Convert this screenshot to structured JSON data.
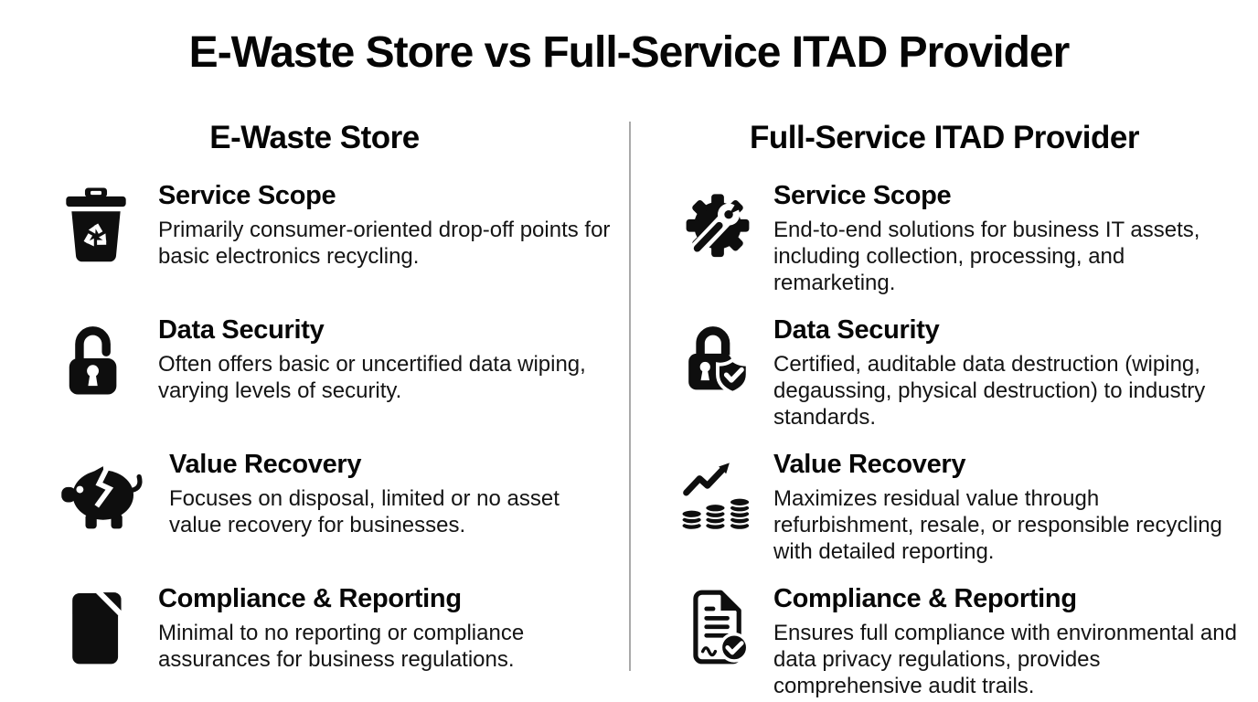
{
  "page": {
    "title": "E-Waste Store vs Full-Service ITAD Provider",
    "colors": {
      "background": "#ffffff",
      "ink": "#0e0e0e",
      "divider": "#a9a9a9"
    }
  },
  "columns": [
    {
      "header": "E-Waste Store",
      "items": [
        {
          "icon": "recycle-bin-icon",
          "title": "Service Scope",
          "description": "Primarily consumer-oriented drop-off points for basic electronics recycling."
        },
        {
          "icon": "open-padlock-icon",
          "title": "Data Security",
          "description": "Often offers basic or uncertified data wiping, varying levels of security."
        },
        {
          "icon": "broken-piggy-bank-icon",
          "title": "Value Recovery",
          "description": "Focuses on disposal, limited or no asset value recovery for businesses."
        },
        {
          "icon": "blank-document-icon",
          "title": "Compliance & Reporting",
          "description": "Minimal to no reporting or compliance assurances for business regulations."
        }
      ]
    },
    {
      "header": "Full-Service ITAD Provider",
      "items": [
        {
          "icon": "gear-wrench-icon",
          "title": "Service Scope",
          "description": "End-to-end solutions for business IT assets, including collection, processing, and remarketing."
        },
        {
          "icon": "padlock-shield-check-icon",
          "title": "Data Security",
          "description": "Certified, auditable data destruction (wiping, degaussing, physical destruction) to industry standards."
        },
        {
          "icon": "growth-arrow-coins-icon",
          "title": "Value Recovery",
          "description": "Maximizes residual value through refurbishment, resale, or responsible recycling with detailed reporting."
        },
        {
          "icon": "audit-document-check-icon",
          "title": "Compliance & Reporting",
          "description": "Ensures full compliance with environmental and data privacy regulations, provides comprehensive audit trails."
        }
      ]
    }
  ]
}
